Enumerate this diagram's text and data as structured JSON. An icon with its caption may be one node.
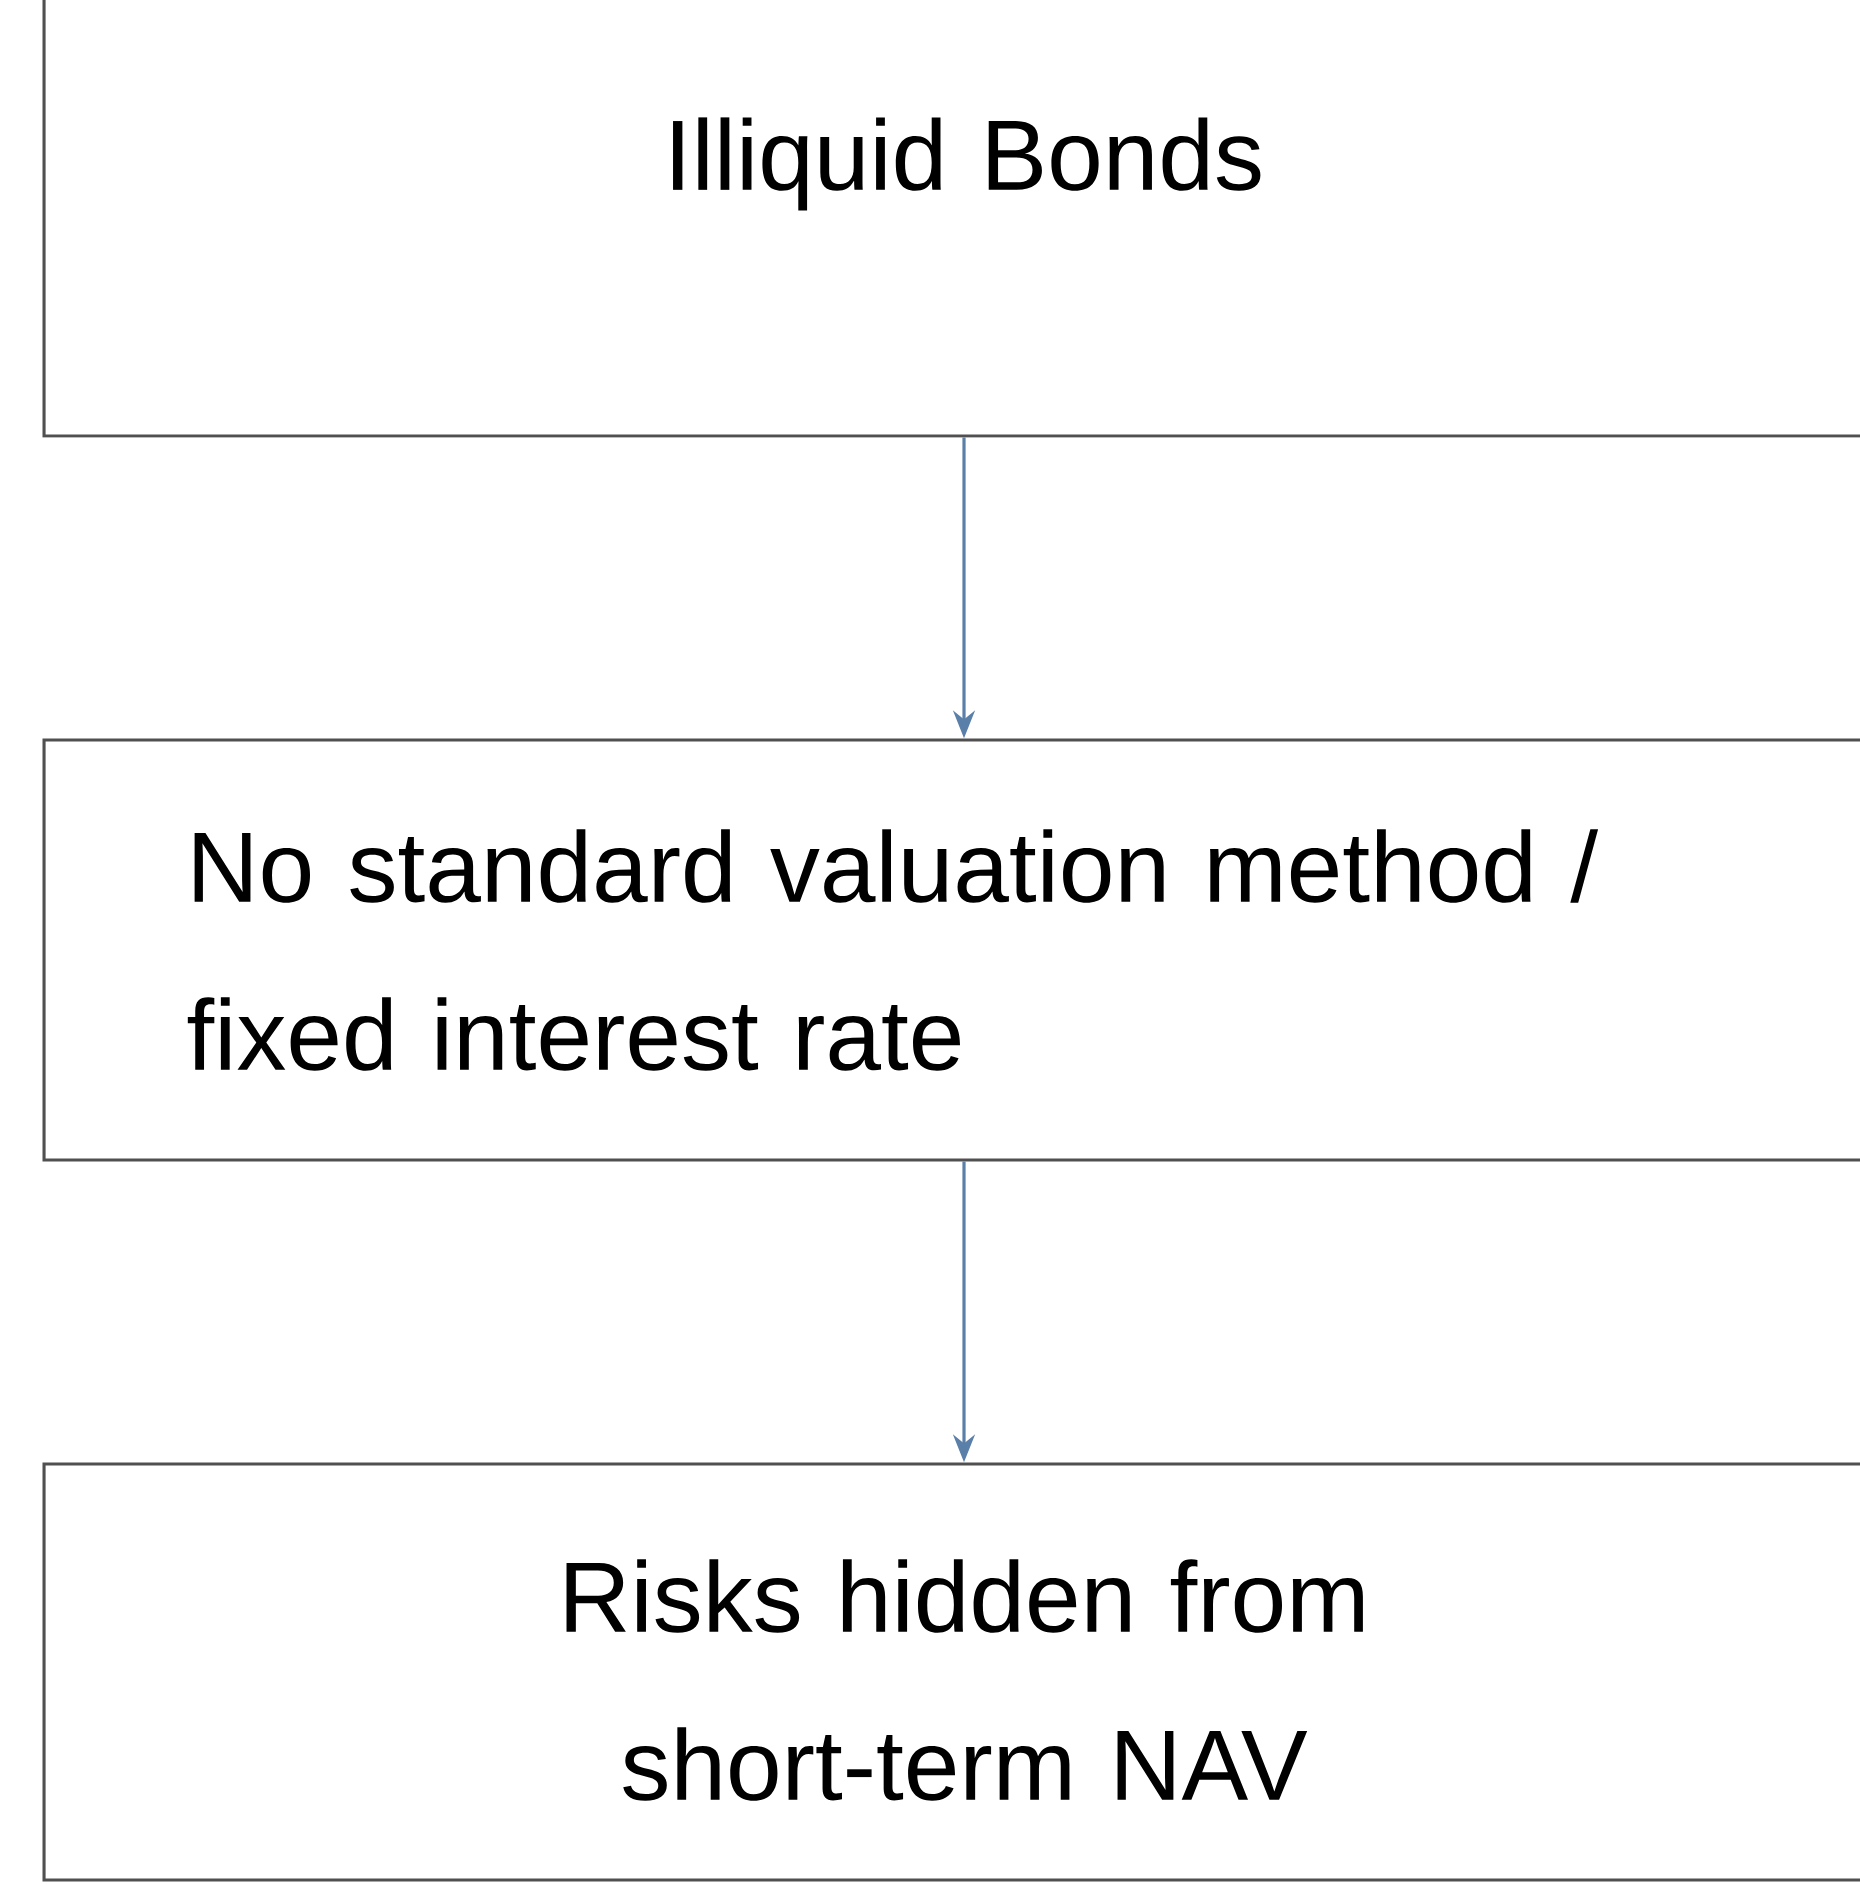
{
  "diagram": {
    "nodes": [
      {
        "text": [
          "Illiquid Bonds"
        ]
      },
      {
        "text": [
          "No standard valuation method / fixed interest rate"
        ]
      },
      {
        "text": [
          "Risks hidden from short-term NAV"
        ]
      }
    ],
    "edges": [
      {
        "from": 0,
        "to": 1,
        "arrow": "to"
      },
      {
        "from": 1,
        "to": 2,
        "arrow": "to"
      }
    ]
  }
}
